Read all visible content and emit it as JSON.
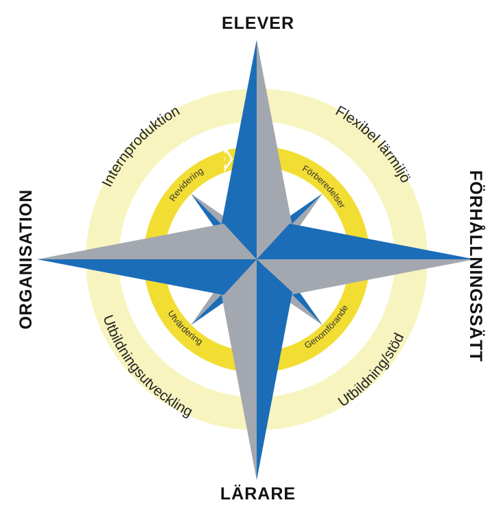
{
  "cardinals": {
    "top": "ELEVER",
    "bottom": "LÄRARE",
    "left": "ORGANISATION",
    "right": "FÖRHÅLLNINGSSÄTT"
  },
  "outer_ring": {
    "top_left": "Internproduktion",
    "top_right": "Flexibel lärmiljö",
    "bottom_left": "Utbildningsutveckling",
    "bottom_right": "Utbildning/stöd"
  },
  "inner_cycle": {
    "top_left": "Revidering",
    "top_right": "Förberedelser",
    "bottom_right": "Genomförande",
    "bottom_left": "Utvärdering"
  },
  "colors": {
    "outer_ring": "#f7f4c0",
    "inner_ring": "#f2dd33",
    "star_blue": "#1b6db8",
    "star_gray": "#a3a8b0"
  }
}
